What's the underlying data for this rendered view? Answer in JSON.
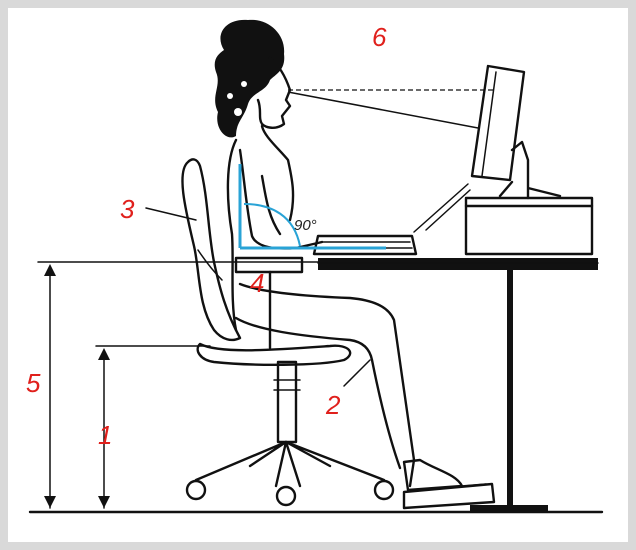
{
  "labels": {
    "seat_height": "1",
    "thigh_clearance": "2",
    "backrest": "3",
    "armrest": "4",
    "desk_height": "5",
    "eye_line": "6",
    "elbow_angle": "90°"
  },
  "colors": {
    "label": "#e0201c",
    "angle_guide": "#29a3d6",
    "ink": "#111111",
    "background": "#ffffff",
    "border": "#d9d9d9"
  }
}
